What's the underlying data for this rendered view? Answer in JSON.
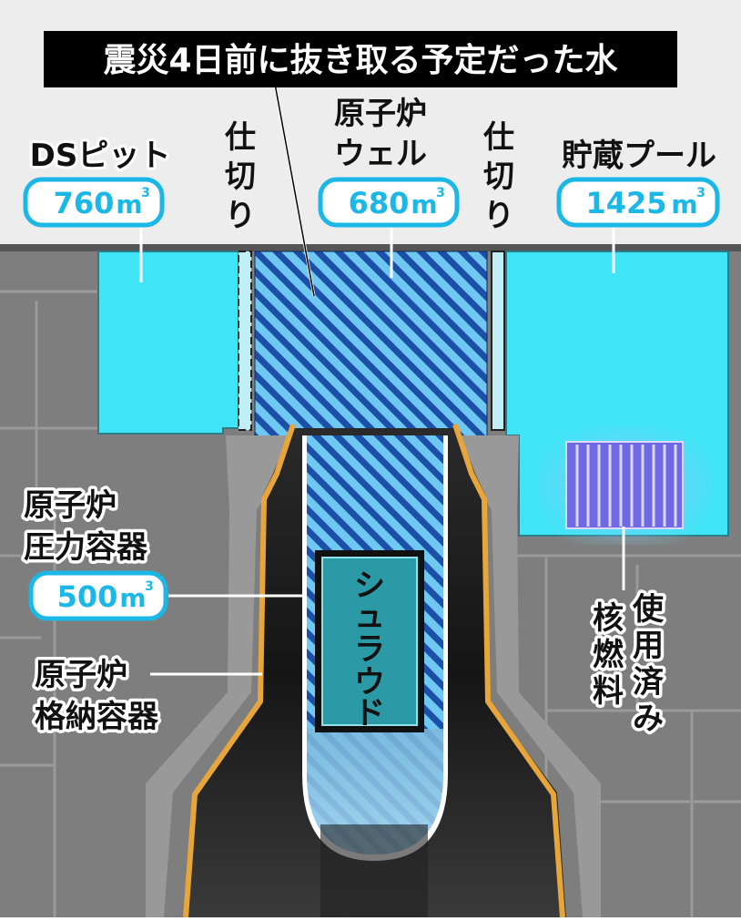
{
  "title": "震災4日前に抜き取る予定だった水",
  "ds_pit": {
    "label": "DSピット",
    "volume": "760",
    "unit": "m",
    "exp": "3"
  },
  "reactor_well": {
    "label_line1": "原子炉",
    "label_line2": "ウェル",
    "volume": "680",
    "unit": "m",
    "exp": "3"
  },
  "storage_pool": {
    "label": "貯蔵プール",
    "volume": "1425",
    "unit": "m",
    "exp": "3"
  },
  "partition_left": {
    "label": [
      "仕",
      "切",
      "り"
    ]
  },
  "partition_right": {
    "label": [
      "仕",
      "切",
      "り"
    ]
  },
  "pressure_vessel": {
    "label_line1": "原子炉",
    "label_line2": "圧力容器",
    "volume": "500",
    "unit": "m",
    "exp": "3"
  },
  "containment_vessel": {
    "label_line1": "原子炉",
    "label_line2": "格納容器"
  },
  "shroud": {
    "label": [
      "シ",
      "ュ",
      "ラ",
      "ウ",
      "ド"
    ]
  },
  "spent_fuel": {
    "col_right": [
      "使",
      "用",
      "済",
      "み"
    ],
    "col_left": [
      "核",
      "燃",
      "料"
    ]
  },
  "colors": {
    "water": "#3fe4f6",
    "hatch": "#1c4fa8",
    "accent": "#1bb7e6",
    "containment": "#e8a63a",
    "shroud": "#2b9aa6",
    "fuel": "#6f66e0"
  }
}
